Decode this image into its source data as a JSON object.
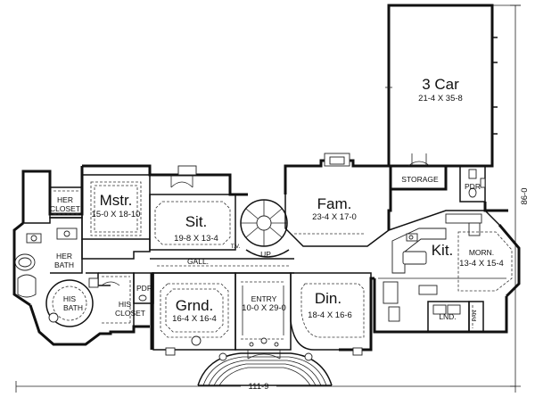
{
  "labels": {
    "garage_name": "3 Car",
    "garage_dim": "21-4 X 35-8",
    "storage": "STORAGE",
    "pdr_top": "PDR",
    "pdr_mid": "PDR",
    "fam_name": "Fam.",
    "fam_dim": "23-4 X 17-0",
    "mstr_name": "Mstr.",
    "mstr_dim": "15-0 X 18-10",
    "sit_name": "Sit.",
    "sit_dim": "19-8 X 13-4",
    "her_closet_1": "HER",
    "her_closet_2": "CLOSET",
    "her_bath_1": "HER",
    "her_bath_2": "BATH",
    "his_bath_1": "HIS",
    "his_bath_2": "BATH",
    "his_closet_1": "HIS",
    "his_closet_2": "CLOSET",
    "gall": "GALL.",
    "up": "UP",
    "tv": "T.V.",
    "grnd_name": "Grnd.",
    "grnd_dim": "16-4 X 16-4",
    "entry_name": "ENTRY",
    "entry_dim": "10-0 X 29-0",
    "din_name": "Din.",
    "din_dim": "18-4 X 16-6",
    "kit_name": "Kit.",
    "morn_name": "MORN.",
    "morn_dim": "13-4 X 15-4",
    "lnd": "LND.",
    "pan": "PAN",
    "width_dim": "111-9",
    "depth_dim": "86-0"
  }
}
